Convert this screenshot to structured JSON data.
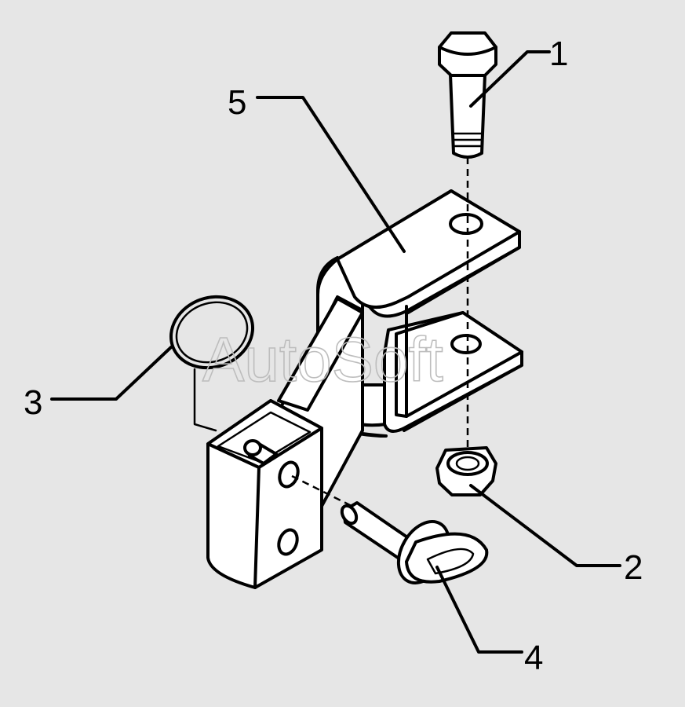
{
  "watermark": "AutoSoft",
  "callouts": [
    "1",
    "2",
    "3",
    "4",
    "5"
  ],
  "colors": {
    "background": "#e6e6e6",
    "lines": "#000000",
    "parts": "#ffffff",
    "watermark": "#bdbdbd"
  }
}
